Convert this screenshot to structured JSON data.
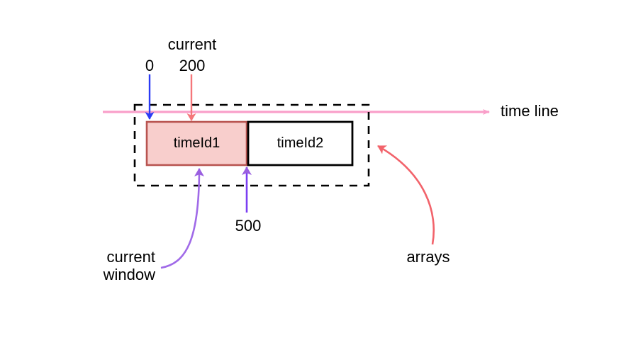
{
  "diagram": {
    "title_text": "time line",
    "markers": {
      "start_value": "0",
      "current_word": "current",
      "current_value": "200",
      "end_value": "500"
    },
    "boxes": [
      {
        "label": "timeId1",
        "fill": "#f8cecc",
        "stroke": "#b85450"
      },
      {
        "label": "timeId2",
        "fill": "#ffffff",
        "stroke": "#000000"
      }
    ],
    "callouts": {
      "arrays": "arrays",
      "current_window_line1": "current",
      "current_window_line2": "window"
    },
    "colors": {
      "timeline": "#f99fc9",
      "start_marker": "#0000ff",
      "current_marker": "#f5767a",
      "window_marker": "#9a5fe0",
      "arrays_marker": "#f2636b",
      "dashed_border": "#000000",
      "text": "#000000",
      "background": "#ffffff"
    }
  }
}
